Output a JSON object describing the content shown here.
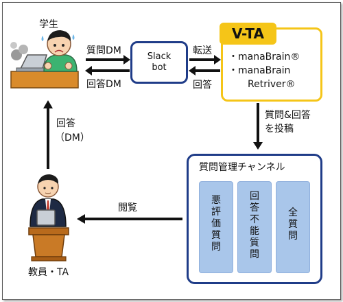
{
  "student": {
    "label": "学生"
  },
  "teacher": {
    "label": "教員・TA"
  },
  "slack": {
    "line1": "Slack",
    "line2": "bot"
  },
  "vta": {
    "title": "V-TA",
    "item1": "・manaBrain®",
    "item2": "・manaBrain",
    "item2b": "Retriver®"
  },
  "arrows": {
    "question_dm": "質問DM",
    "answer_dm": "回答DM",
    "forward": "転送",
    "answer": "回答",
    "post1": "質問&回答",
    "post2": "を投稿",
    "reply1": "回答",
    "reply2": "（DM）",
    "view": "閲覧"
  },
  "channel": {
    "title": "質問管理チャンネル",
    "columns": [
      "悪評価質問",
      "回答不能質問",
      "全質問"
    ]
  },
  "colors": {
    "navy": "#1f3c88",
    "yellow": "#f5c518",
    "column_fill": "#a9c6ea",
    "arrow": "#111111"
  }
}
